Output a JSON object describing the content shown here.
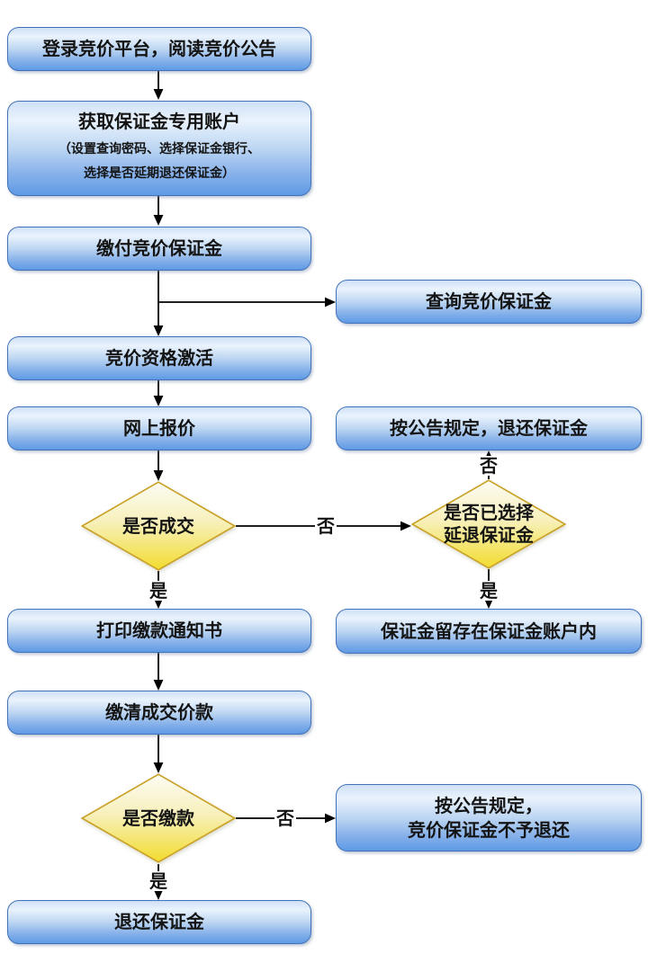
{
  "labels": {
    "yes": "是",
    "no": "否"
  },
  "nodes": {
    "login": {
      "text": "登录竞价平台，阅读竞价公告"
    },
    "get_account": {
      "title": "获取保证金专用账户",
      "note_line1": "（设置查询密码、选择保证金银行、",
      "note_line2": "选择是否延期退还保证金）"
    },
    "pay_deposit": {
      "text": "缴付竞价保证金"
    },
    "query_deposit": {
      "text": "查询竞价保证金"
    },
    "activate": {
      "text": "竞价资格激活"
    },
    "online_bid": {
      "text": "网上报价"
    },
    "deal_decision": {
      "text": "是否成交"
    },
    "refund_per_notice": {
      "text": "按公告规定，退还保证金"
    },
    "delay_refund_decision": {
      "line1": "是否已选择",
      "line2": "延退保证金"
    },
    "print_notice": {
      "text": "打印缴款通知书"
    },
    "keep_in_account": {
      "text": "保证金留存在保证金账户内"
    },
    "pay_price": {
      "text": "缴清成交价款"
    },
    "payment_decision": {
      "text": "是否缴款"
    },
    "no_refund": {
      "line1": "按公告规定，",
      "line2": "竞价保证金不予退还"
    },
    "refund_deposit": {
      "text": "退还保证金"
    }
  },
  "colors": {
    "box_border": "#4273b8",
    "box_top": "#cfe0f6",
    "box_light": "#eaf3fd",
    "box_mid": "#bdd6f2",
    "box_deep": "#85b0ea",
    "box_bottom": "#5f9ae5",
    "diamond_border": "#c9a127",
    "diamond_top": "#fcfcf4",
    "diamond_mid": "#f7f0bc",
    "diamond_bottom": "#f2dc2e",
    "arrow": "#000000",
    "text": "#141414"
  }
}
